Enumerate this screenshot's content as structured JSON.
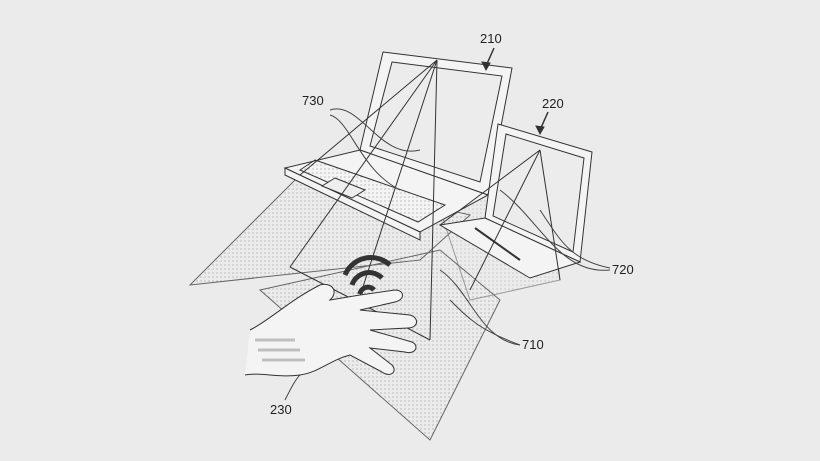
{
  "figure": {
    "labels": {
      "laptop": "210",
      "tablet": "220",
      "laptop_field": "730",
      "tablet_field": "720",
      "hand_field": "710",
      "hand": "230"
    },
    "colors": {
      "background": "#ebebeb",
      "line": "#333333",
      "shade": "#d4d4d4"
    }
  }
}
